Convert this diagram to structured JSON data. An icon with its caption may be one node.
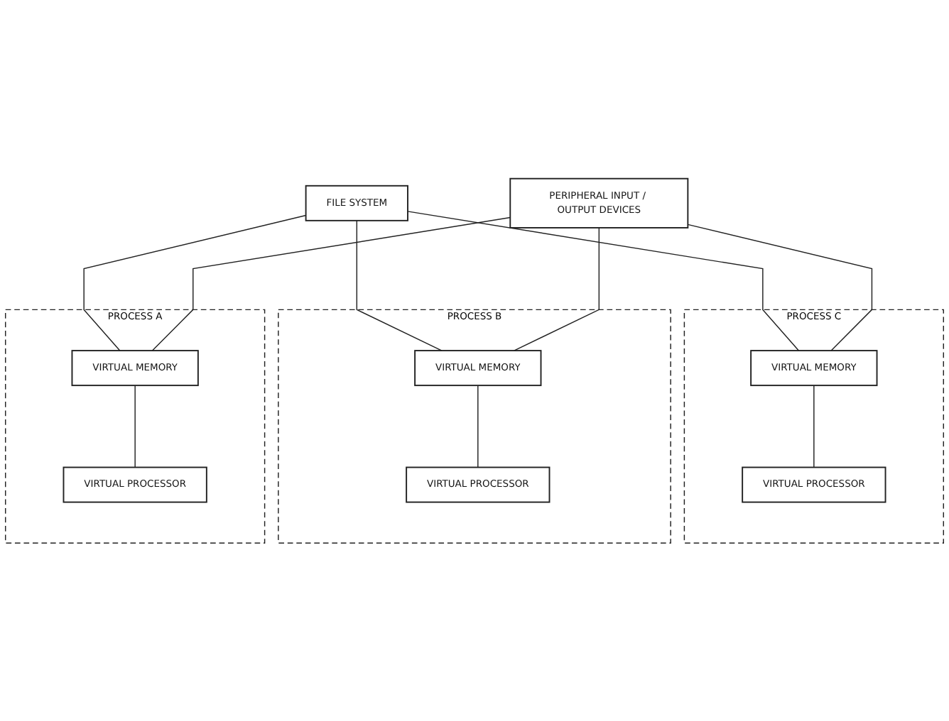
{
  "diagram": {
    "nodes": [
      {
        "text": [
          "FILE SYSTEM"
        ]
      },
      {
        "text": [
          "PERIPHERAL INPUT / OUTPUT DEVICES"
        ]
      },
      {
        "text": [
          "PROCESS A"
        ]
      },
      {
        "text": [
          "VIRTUAL MEMORY"
        ],
        "in": 2
      },
      {
        "text": [
          "VIRTUAL PROCESSOR"
        ],
        "in": 2
      },
      {
        "text": [
          "PROCESS B"
        ]
      },
      {
        "text": [
          "VIRTUAL MEMORY"
        ],
        "in": 5
      },
      {
        "text": [
          "VIRTUAL PROCESSOR"
        ],
        "in": 5
      },
      {
        "text": [
          "PROCESS C"
        ]
      },
      {
        "text": [
          "VIRTUAL MEMORY"
        ],
        "in": 8
      },
      {
        "text": [
          "VIRTUAL PROCESSOR"
        ],
        "in": 8
      }
    ],
    "edges": [
      {
        "from": 0,
        "to": 3,
        "arrow": "none"
      },
      {
        "from": 0,
        "to": 6,
        "arrow": "none"
      },
      {
        "from": 0,
        "to": 9,
        "arrow": "none"
      },
      {
        "from": 1,
        "to": 3,
        "arrow": "none"
      },
      {
        "from": 1,
        "to": 6,
        "arrow": "none"
      },
      {
        "from": 1,
        "to": 9,
        "arrow": "none"
      },
      {
        "from": 3,
        "to": 4,
        "arrow": "none"
      },
      {
        "from": 6,
        "to": 7,
        "arrow": "none"
      },
      {
        "from": 9,
        "to": 10,
        "arrow": "none"
      }
    ]
  }
}
